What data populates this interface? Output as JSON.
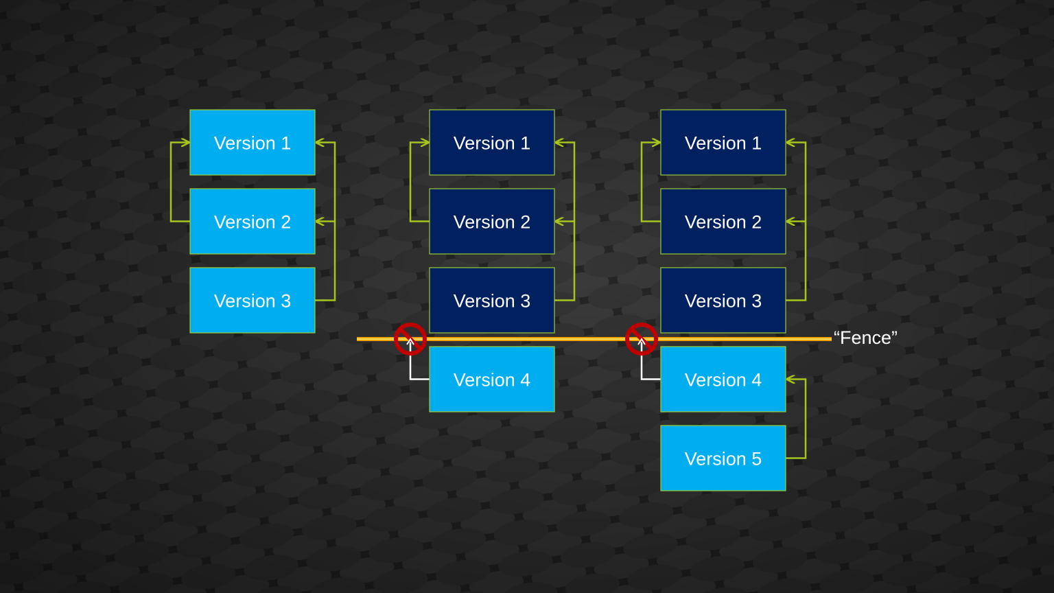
{
  "colors": {
    "background": "#2a2a2a",
    "background_cell": "#3a3a3a",
    "light_box": "#00aeef",
    "dark_box": "#002060",
    "box_border": "#9acd32",
    "connector": "#a6c61f",
    "fence_line": "#f0a000",
    "fence_line_inner": "#f5e05a",
    "blocked_connector": "#ffffff",
    "no_symbol": "#c00000",
    "text": "#ffffff"
  },
  "icons": {
    "blocked": "no-entry-icon"
  },
  "columns": [
    {
      "boxes": [
        {
          "label": "Version 1",
          "style": "light"
        },
        {
          "label": "Version 2",
          "style": "light"
        },
        {
          "label": "Version 3",
          "style": "light"
        }
      ]
    },
    {
      "boxes": [
        {
          "label": "Version 1",
          "style": "dark"
        },
        {
          "label": "Version 2",
          "style": "dark"
        },
        {
          "label": "Version 3",
          "style": "dark"
        },
        {
          "label": "Version 4",
          "style": "light"
        }
      ]
    },
    {
      "boxes": [
        {
          "label": "Version 1",
          "style": "dark"
        },
        {
          "label": "Version 2",
          "style": "dark"
        },
        {
          "label": "Version 3",
          "style": "dark"
        },
        {
          "label": "Version 4",
          "style": "light"
        },
        {
          "label": "Version 5",
          "style": "light"
        }
      ]
    }
  ],
  "fence": {
    "label": "“Fence”"
  }
}
